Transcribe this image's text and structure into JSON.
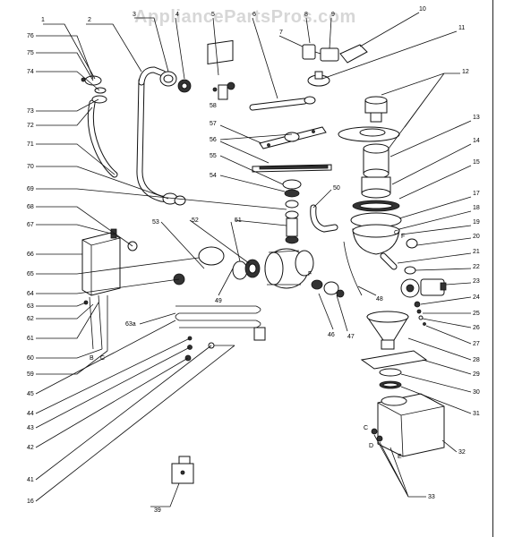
{
  "watermark": "AppliancePartsPros.com",
  "callouts": [
    "1",
    "2",
    "3",
    "4",
    "5",
    "6",
    "7",
    "8",
    "9",
    "10",
    "11",
    "12",
    "13",
    "14",
    "15",
    "16",
    "17",
    "18",
    "19",
    "20",
    "21",
    "22",
    "23",
    "24",
    "25",
    "26",
    "27",
    "28",
    "29",
    "30",
    "31",
    "32",
    "33",
    "39",
    "41",
    "42",
    "43",
    "44",
    "45",
    "46",
    "47",
    "48",
    "49",
    "50",
    "51",
    "52",
    "53",
    "54",
    "55",
    "56",
    "57",
    "58",
    "59",
    "60",
    "61",
    "62",
    "63",
    "63a",
    "64",
    "65",
    "66",
    "67",
    "68",
    "69",
    "70",
    "71",
    "72",
    "73",
    "74",
    "75",
    "76"
  ],
  "letters": [
    "B",
    "C",
    "D",
    "E",
    "F"
  ]
}
